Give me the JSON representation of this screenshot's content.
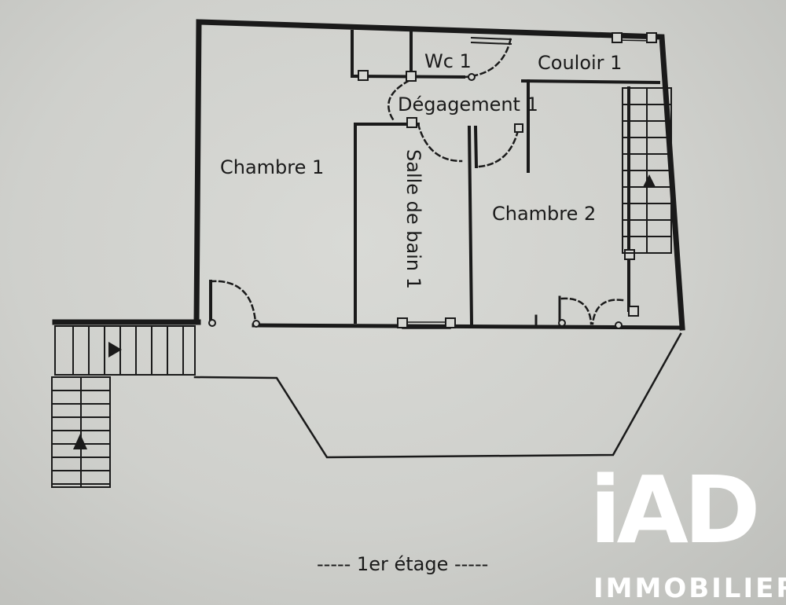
{
  "plan": {
    "rooms": {
      "chambre1": "Chambre 1",
      "wc1": "Wc 1",
      "couloir1": "Couloir 1",
      "degagement1": "Dégagement 1",
      "salle_de_bain1": "Salle de bain 1",
      "chambre2": "Chambre 2"
    },
    "floor_caption": "----- 1er étage -----"
  },
  "branding": {
    "logo_mark": "iAD",
    "logo_sub": "IMMOBILIER"
  },
  "colors": {
    "wall": "#1a1a1a",
    "background": "#d3d4d0",
    "logo": "#ffffff"
  }
}
